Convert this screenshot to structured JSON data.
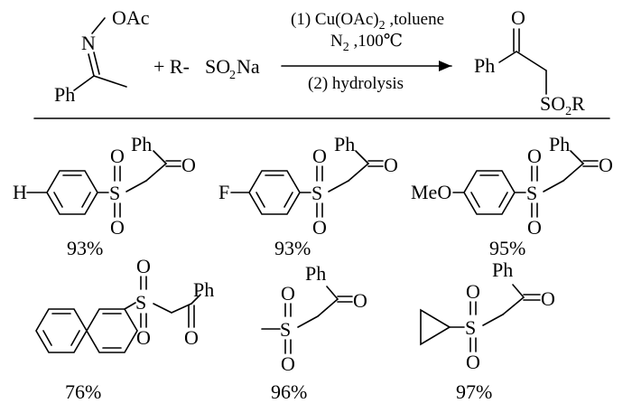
{
  "reaction": {
    "reactant_1": {
      "substituent_top": "OAc",
      "nitrogen": "N",
      "phenyl": "Ph"
    },
    "plus_reagent": {
      "prefix": "+ R-",
      "sulfonate": "SO",
      "sub_2": "2",
      "counterion": "Na"
    },
    "conditions": {
      "step1_prefix": "(1) Cu(OAc)",
      "step1_sub": "2",
      "step1_suffix": " ,toluene",
      "step1b_n": "N",
      "step1b_sub": "2",
      "step1b_suffix": " ,100℃",
      "step2": "(2) hydrolysis"
    },
    "product": {
      "carbonyl_O": "O",
      "phenyl": "Ph",
      "sulfone": "SO",
      "sub_2": "2",
      "r_group": "R"
    }
  },
  "examples": [
    {
      "label_left": "H",
      "ph": "Ph",
      "o": "O",
      "s": "S",
      "yield": "93%"
    },
    {
      "label_left": "F",
      "ph": "Ph",
      "o": "O",
      "s": "S",
      "yield": "93%"
    },
    {
      "label_left": "MeO",
      "ph": "Ph",
      "o": "O",
      "s": "S",
      "yield": "95%"
    },
    {
      "ph": "Ph",
      "o": "O",
      "s": "S",
      "yield": "76%"
    },
    {
      "ph": "Ph",
      "o": "O",
      "s": "S",
      "yield": "96%"
    },
    {
      "ph": "Ph",
      "o": "O",
      "s": "S",
      "yield": "97%"
    }
  ]
}
